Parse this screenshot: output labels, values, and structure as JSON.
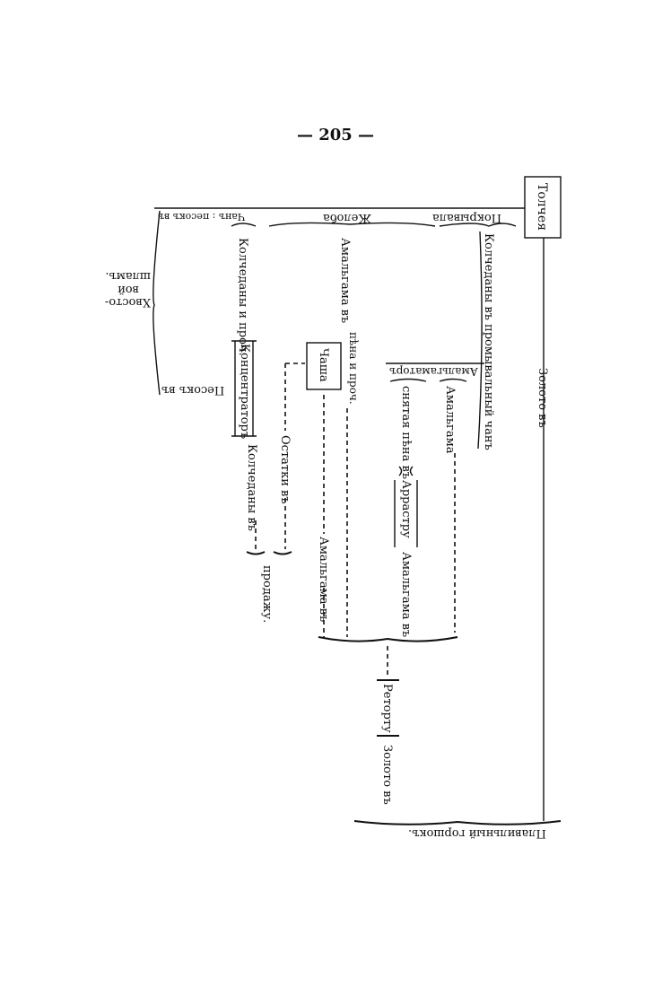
{
  "page_number": "— 205 —",
  "nodes": {
    "stamp_mill": "Толчея",
    "gold_to_pot": "Золото въ",
    "cover": "Покрывала",
    "chute": "Желоба",
    "tank_sand": "Чанъ : песокъ въ",
    "pyrites_wash": "Колчеданы въ промывальный чанъ",
    "amalgamator": "Амальгаматоръ",
    "amalgam": "Амальгама",
    "skimmed_foam": "снятая пѣна въ",
    "arrastra": "Аррастру",
    "amalgam_to_1": "Амальгама въ",
    "amalgam_to_2": "Амальгама въ",
    "foam_etc": "пѣна и проч.",
    "bowl": "Чаша",
    "amalgam_to_3": "Амальгама въ",
    "residues": "Остатки въ",
    "pyrites_etc": "Колчеданы и проч.",
    "concentrator": "Концентраторъ",
    "pyrites_to": "Колчеданы въ",
    "for_sale": "продажу.",
    "retort": "Реторту",
    "gold_to": "Золото въ",
    "melting_pot": "Плавильный горшокъ.",
    "tailings": "Хвосто- вой шламъ.",
    "sand_to": "Песокъ въ"
  }
}
